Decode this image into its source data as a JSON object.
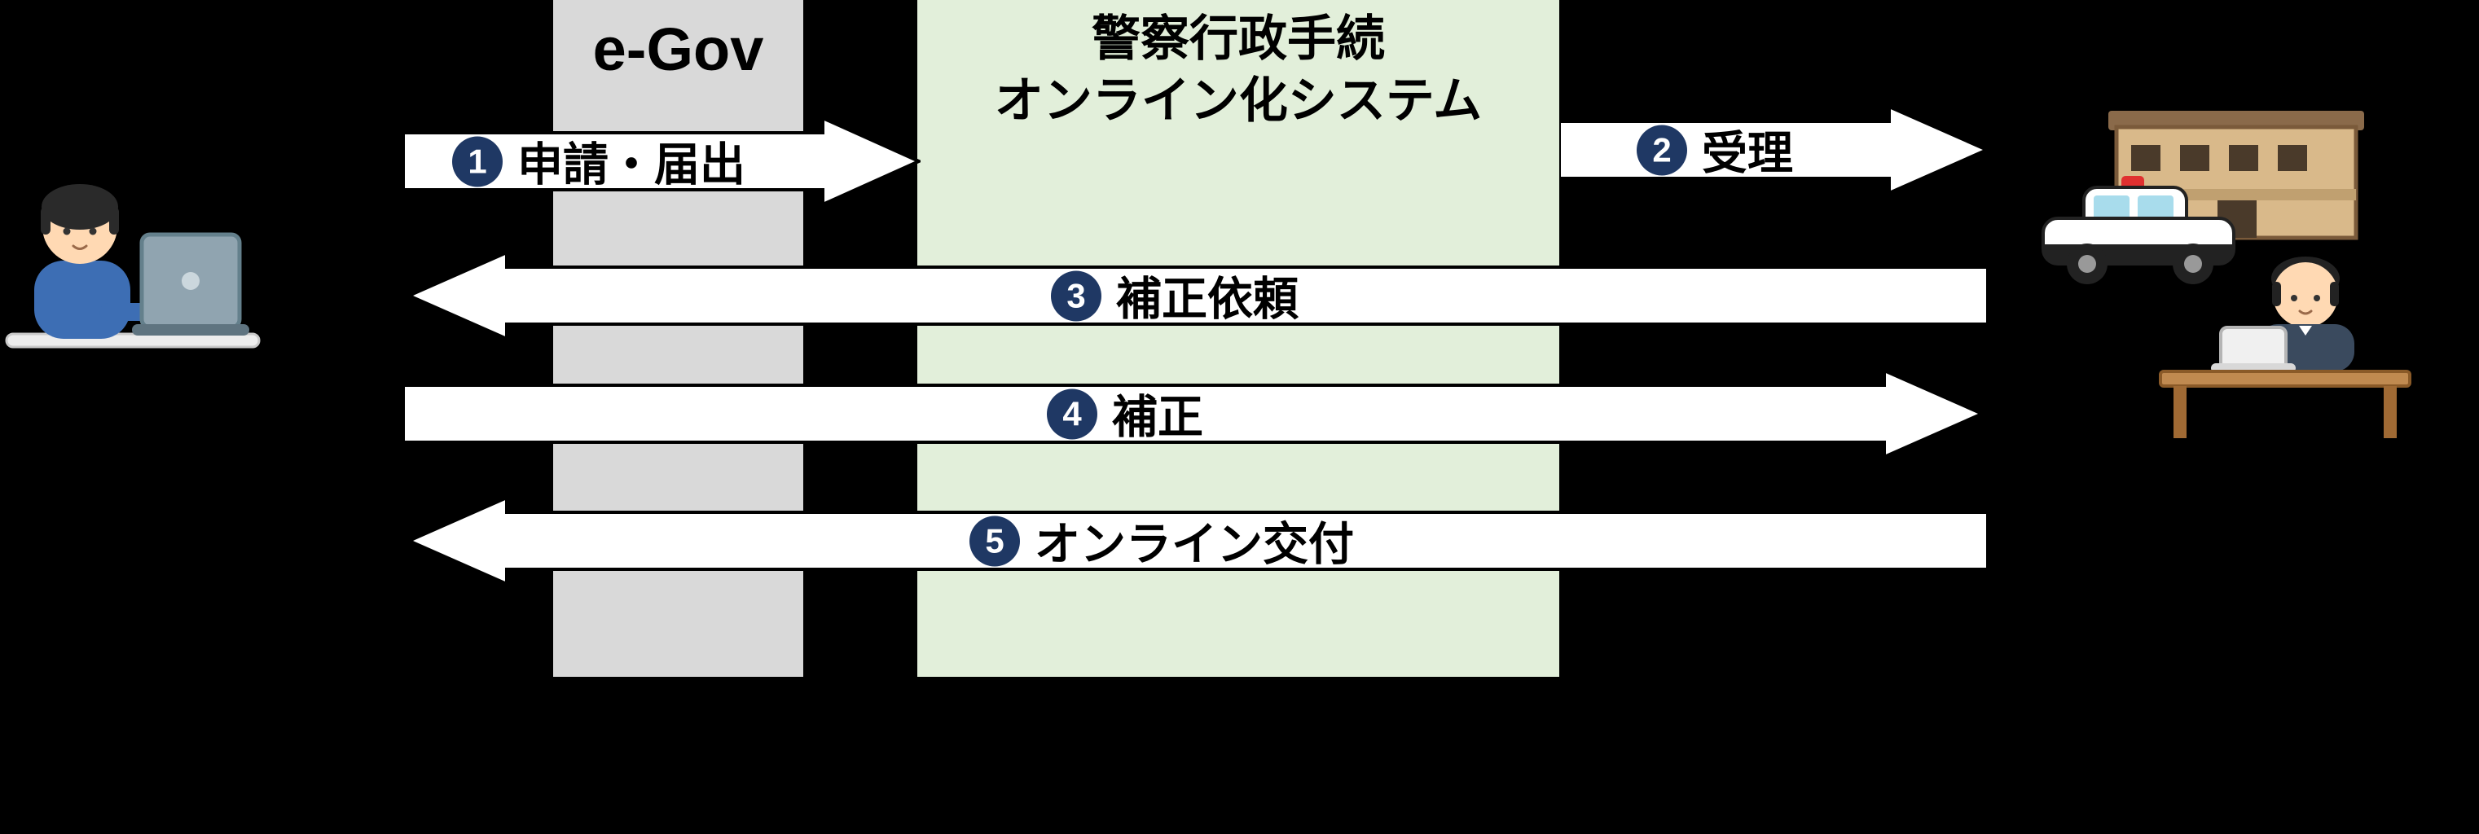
{
  "nodes": {
    "egov": {
      "label": "e-Gov",
      "bg": "#D9D9D9"
    },
    "system": {
      "line1": "警察行政手続",
      "line2": "オンライン化システム",
      "bg": "#E2EFDA"
    }
  },
  "flows": [
    {
      "num": "1",
      "label": "申請・届出",
      "direction": "right"
    },
    {
      "num": "2",
      "label": "受理",
      "direction": "right"
    },
    {
      "num": "3",
      "label": "補正依頼",
      "direction": "left"
    },
    {
      "num": "4",
      "label": "補正",
      "direction": "right"
    },
    {
      "num": "5",
      "label": "オンライン交付",
      "direction": "left"
    }
  ],
  "icons": {
    "left": "applicant-at-laptop-illustration",
    "right": "police-station-officer-illustration"
  },
  "colors": {
    "background": "#000000",
    "badge_bg": "#1F3864",
    "badge_text": "#FFFFFF",
    "arrow_fill": "#FFFFFF",
    "arrow_outline": "#000000",
    "egov_bg": "#D9D9D9",
    "system_bg": "#E2EFDA"
  }
}
